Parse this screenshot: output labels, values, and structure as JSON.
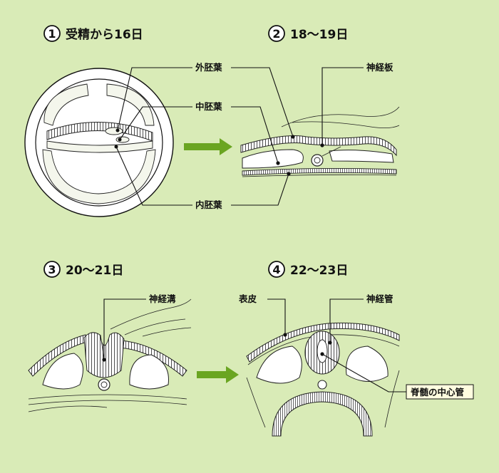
{
  "colors": {
    "background": "#d9ebb7",
    "arrow": "#6aa521",
    "highlight_box": "#fffde0"
  },
  "stages": [
    {
      "number": "1",
      "title": "受精から16日"
    },
    {
      "number": "2",
      "title": "18〜19日"
    },
    {
      "number": "3",
      "title": "20〜21日"
    },
    {
      "number": "4",
      "title": "22〜23日"
    }
  ],
  "labels": {
    "ectoderm": "外胚葉",
    "mesoderm": "中胚葉",
    "endoderm": "内胚葉",
    "neural_plate": "神経板",
    "neural_groove": "神経溝",
    "epidermis": "表皮",
    "neural_tube": "神経管",
    "central_canal": "脊髄の中心管"
  }
}
